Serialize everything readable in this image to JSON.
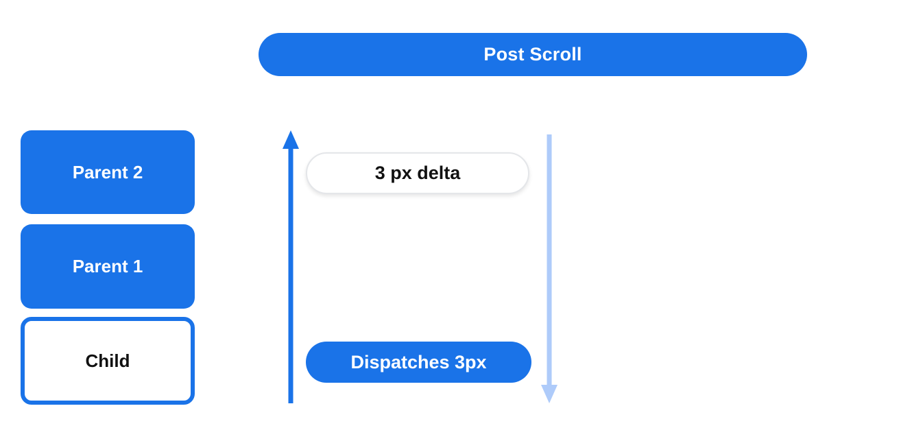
{
  "diagram": {
    "title_pill": "Post Scroll",
    "stack": {
      "parent2_label": "Parent 2",
      "parent1_label": "Parent 1",
      "child_label": "Child"
    },
    "annotations": {
      "delta_label": "3 px delta",
      "dispatch_label": "Dispatches 3px"
    },
    "arrows": [
      {
        "name": "scroll-up-arrow",
        "direction": "up",
        "color": "#1A73E8"
      },
      {
        "name": "scroll-down-arrow",
        "direction": "down",
        "color": "#AECBFA"
      }
    ],
    "colors": {
      "primary_blue": "#1A73E8",
      "light_blue": "#AECBFA",
      "pill_border": "#E4E6E9",
      "text_dark": "#111111",
      "text_light": "#FFFFFF"
    }
  }
}
